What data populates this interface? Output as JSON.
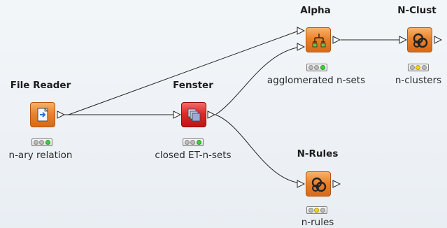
{
  "workflow": {
    "nodes": [
      {
        "id": "file-reader",
        "title": "File Reader",
        "label": "n-ary relation",
        "color": "orange",
        "icon": "file-reader-icon",
        "status": "green"
      },
      {
        "id": "fenster",
        "title": "Fenster",
        "label": "closed ET-n-sets",
        "color": "red",
        "icon": "stacked-sets-icon",
        "status": "green"
      },
      {
        "id": "alpha",
        "title": "Alpha",
        "label": "agglomerated n-sets",
        "color": "orange",
        "icon": "agglomerate-icon",
        "status": "green"
      },
      {
        "id": "n-clust",
        "title": "N-Clust",
        "label": "n-clusters",
        "color": "orange",
        "icon": "knot-icon",
        "status": "yellow"
      },
      {
        "id": "n-rules",
        "title": "N-Rules",
        "label": "n-rules",
        "color": "orange",
        "icon": "knot-icon",
        "status": "yellow"
      }
    ],
    "colors": {
      "orange": "#e9832d",
      "red": "#dc2a2a",
      "status_green": "#3fcf3f",
      "status_yellow": "#f3d51e"
    }
  }
}
